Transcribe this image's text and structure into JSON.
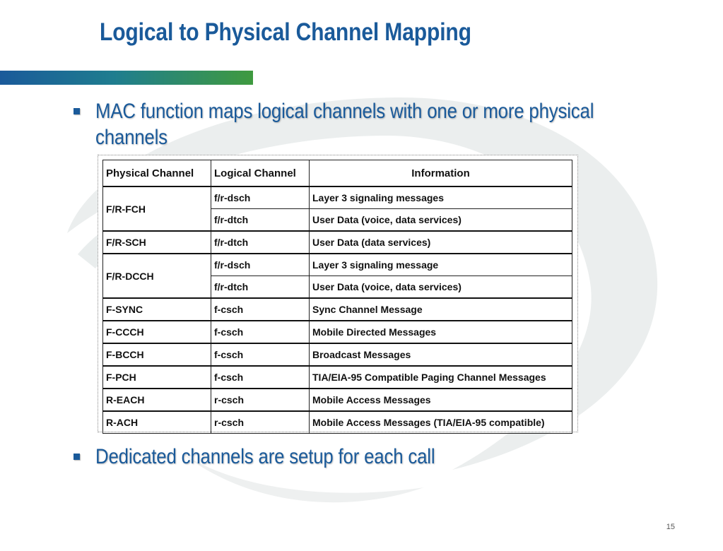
{
  "slide": {
    "title": "Logical to Physical Channel Mapping",
    "page_number": "15",
    "accent_colors": {
      "title": "#1a5a9a",
      "bar_start": "#1a5a9a",
      "bar_end": "#3f9a3f"
    }
  },
  "bullets": [
    "MAC function maps logical channels with one or more physical channels",
    "Dedicated channels are setup for each call"
  ],
  "table": {
    "headers": [
      "Physical Channel",
      "Logical Channel",
      "Information"
    ],
    "rows": [
      {
        "physical": "F/R-FCH",
        "entries": [
          {
            "logical": "f/r-dsch",
            "info": "Layer 3 signaling messages"
          },
          {
            "logical": "f/r-dtch",
            "info": "User Data (voice, data services)"
          }
        ]
      },
      {
        "physical": "F/R-SCH",
        "entries": [
          {
            "logical": "f/r-dtch",
            "info": "User Data (data services)"
          }
        ]
      },
      {
        "physical": "F/R-DCCH",
        "entries": [
          {
            "logical": "f/r-dsch",
            "info": "Layer 3 signaling message"
          },
          {
            "logical": "f/r-dtch",
            "info": "User Data (voice, data services)"
          }
        ]
      },
      {
        "physical": "F-SYNC",
        "entries": [
          {
            "logical": "f-csch",
            "info": "Sync Channel Message"
          }
        ]
      },
      {
        "physical": "F-CCCH",
        "entries": [
          {
            "logical": "f-csch",
            "info": "Mobile Directed Messages"
          }
        ]
      },
      {
        "physical": "F-BCCH",
        "entries": [
          {
            "logical": "f-csch",
            "info": "Broadcast Messages"
          }
        ]
      },
      {
        "physical": "F-PCH",
        "entries": [
          {
            "logical": "f-csch",
            "info": "TIA/EIA-95 Compatible Paging Channel Messages"
          }
        ]
      },
      {
        "physical": "R-EACH",
        "entries": [
          {
            "logical": "r-csch",
            "info": "Mobile Access Messages"
          }
        ]
      },
      {
        "physical": "R-ACH",
        "entries": [
          {
            "logical": "r-csch",
            "info": "Mobile Access Messages (TIA/EIA-95 compatible)"
          }
        ]
      }
    ]
  }
}
